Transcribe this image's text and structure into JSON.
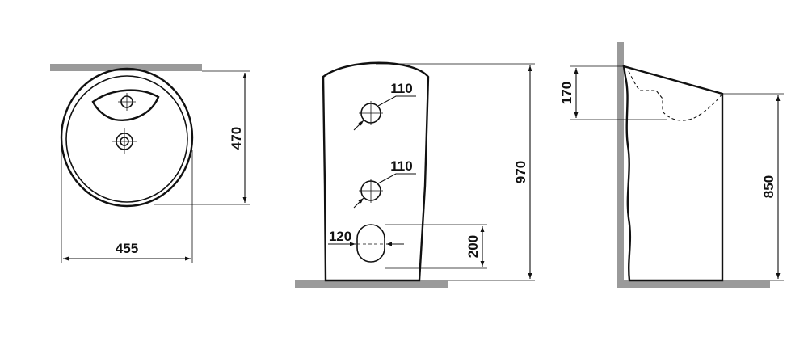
{
  "colors": {
    "ink": "#111111",
    "floor": "#9a9a9a",
    "background": "#ffffff"
  },
  "top_view": {
    "width_label": "455",
    "depth_label": "470"
  },
  "front_view": {
    "upper_hole_label": "110",
    "lower_hole_label": "110",
    "height_label": "970",
    "slot_width_label": "120",
    "slot_height_label": "200"
  },
  "side_view": {
    "basin_depth_label": "170",
    "rim_height_label": "850"
  }
}
